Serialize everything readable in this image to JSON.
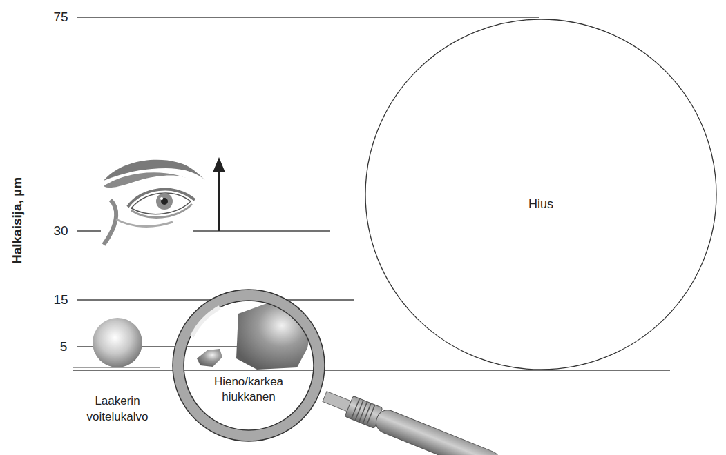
{
  "diagram": {
    "nodes": [
      {
        "text": [
          "Hius"
        ]
      },
      {
        "text": [
          "Hieno/karkea hiukkanen"
        ]
      }
    ],
    "labels": [
      "75",
      "30",
      "15",
      "5",
      "Halkaisija, µm",
      "Laakerin voitelukalvo"
    ]
  }
}
